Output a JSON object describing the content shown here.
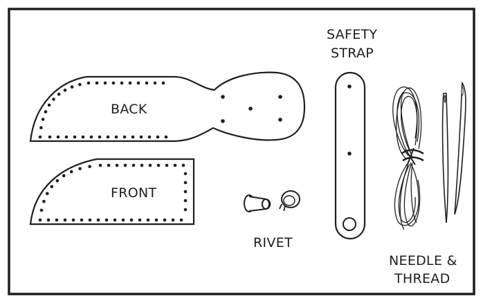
{
  "colors": {
    "line": "#1e1e1e",
    "background": "#ffffff"
  },
  "labels": {
    "back": "BACK",
    "front": "FRONT",
    "rivet": "RIVET",
    "safety_strap_line1": "SAFETY",
    "safety_strap_line2": "STRAP",
    "needle_thread_line1": "NEEDLE &",
    "needle_thread_line2": "THREAD"
  }
}
